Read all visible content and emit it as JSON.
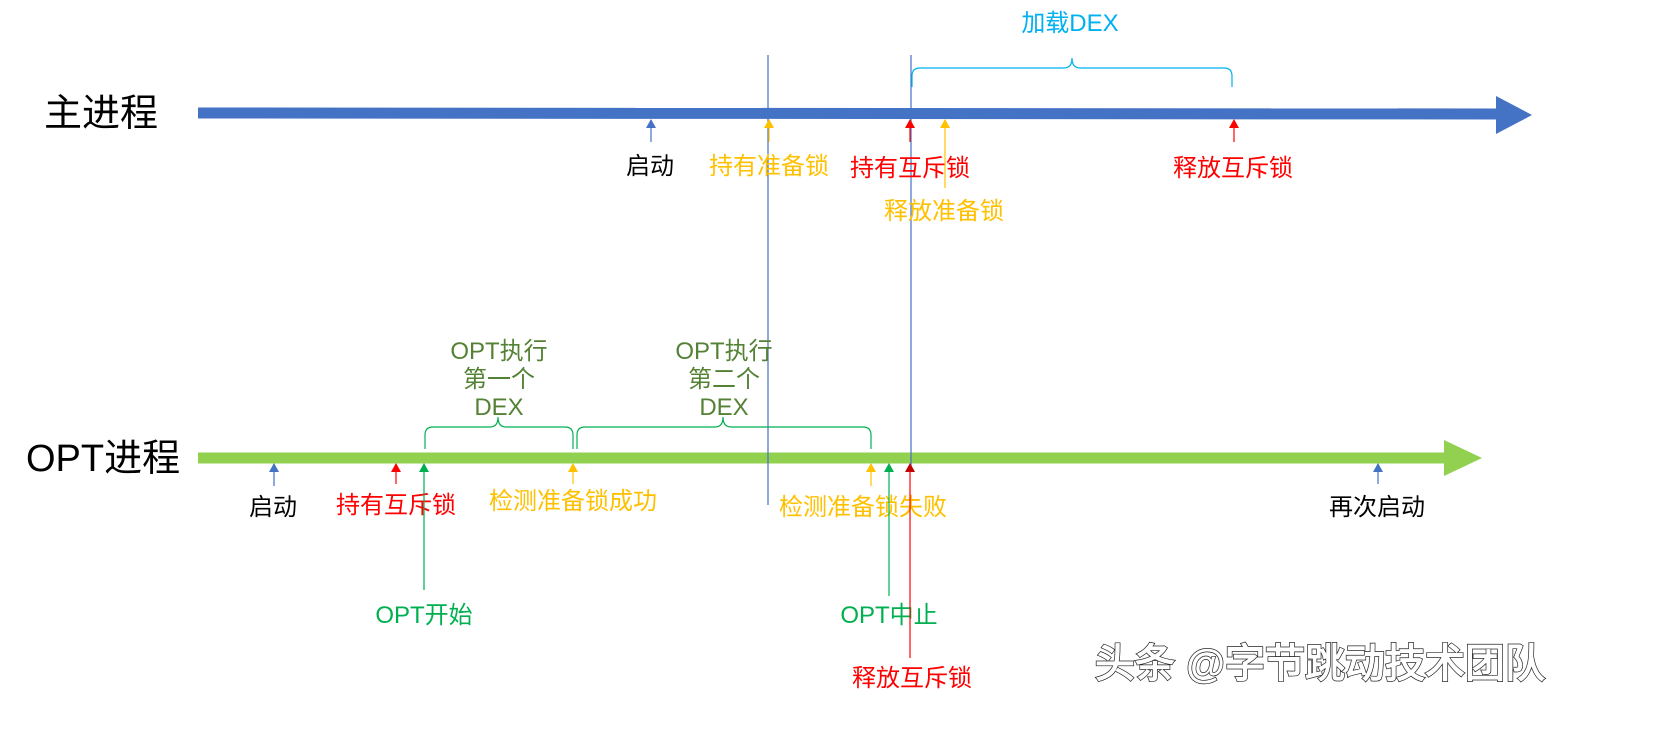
{
  "colors": {
    "main_axis": "#4472C4",
    "opt_axis": "#92D050",
    "red": "#FF0000",
    "dark_red": "#C00000",
    "yellow": "#FFC000",
    "green": "#00B050",
    "olive": "#548235",
    "cyan": "#00B0F0",
    "blue_line": "#4472C4",
    "black": "#000000"
  },
  "lanes": {
    "main": {
      "label": "主进程"
    },
    "opt": {
      "label": "OPT进程"
    }
  },
  "main_events": {
    "start": "启动",
    "hold_prepare_lock": "持有准备锁",
    "hold_mutex_lock": "持有互斥锁",
    "release_prepare_lock": "释放准备锁",
    "release_mutex_lock": "释放互斥锁"
  },
  "main_brace": {
    "label": "加载DEX"
  },
  "opt_events": {
    "start": "启动",
    "hold_mutex_lock": "持有互斥锁",
    "check_prepare_lock_success": "检测准备锁成功",
    "check_prepare_lock_fail": "检测准备锁失败",
    "restart": "再次启动",
    "opt_begin": "OPT开始",
    "opt_abort": "OPT中止",
    "release_mutex_lock": "释放互斥锁"
  },
  "opt_braces": {
    "first": {
      "line1": "OPT执行",
      "line2": "第一个",
      "line3": "DEX"
    },
    "second": {
      "line1": "OPT执行",
      "line2": "第二个",
      "line3": "DEX"
    }
  },
  "watermark": "头条 @字节跳动技术团队"
}
